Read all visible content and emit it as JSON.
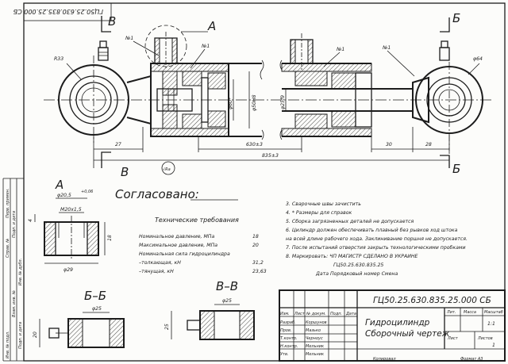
{
  "stamp_top_code": "ГЦ50.25.630.835.25.000 СБ",
  "labels": {
    "section_b_top": "Б",
    "section_b_bottom": "Б",
    "section_v_top": "В",
    "section_v_bottom": "В",
    "view_a": "А",
    "view_a_detail": "А",
    "section_bb": "Б–Б",
    "section_vv": "В–В",
    "note_marker_1": "№1",
    "note_marker_2": "№1",
    "note_marker_3": "№1",
    "note_marker_4": "№1",
    "roughness": "√Ra",
    "dim_r33": "R33",
    "dim_r64": "φ64",
    "dim_27": "27",
    "dim_630": "630±3",
    "dim_835": "835±3",
    "dim_30": "30",
    "dim_28": "28",
    "dim_d60": "φ60*",
    "dim_d50h8": "φ50H8",
    "dim_d25f9": "φ25f9",
    "dim_a_d205": "φ20,5",
    "dim_a_tol": "+0,06",
    "dim_a_m20": "M20x1,5",
    "dim_a_d29": "φ29",
    "dim_a_18": "18",
    "dim_a_4": "4",
    "dim_bb_d25": "φ25",
    "dim_bb_20": "20",
    "dim_vv_d25": "φ25",
    "dim_vv_25": "25"
  },
  "agreed": "Согласовано:",
  "tech_req_title": "Технические требования",
  "specs": [
    {
      "label": "Номинальное давление, МПа",
      "value": "18"
    },
    {
      "label": "Максимальное давление, МПа",
      "value": "20"
    },
    {
      "label": "Номинальная сила гидроцилиндра",
      "value": ""
    },
    {
      "label": "–толкающая, кН",
      "value": "31,2"
    },
    {
      "label": "–тянущая, кН",
      "value": "23,63"
    }
  ],
  "notes": [
    "3. Сварочные швы зачистить",
    "4. * Размеры для справок",
    "5. Сборка загрязненных деталей не допускается",
    "6. Цилиндр должен обеспечивать плавный без рывков ход штока",
    "на всей длине рабочего хода. Заклинивание поршня не допускается.",
    "7. После испытаний отверстия закрыть технологическими пробками",
    "8. Маркировать: ЧП МАГИСТР СДЕЛАНО В УКРАИНЕ",
    "ГЦ50.25.630.835.25",
    "Дата   Порядковый номер   Смена"
  ],
  "title_block": {
    "code": "ГЦ50.25.630.835.25.000 СБ",
    "name_line1": "Гидроцилиндр",
    "name_line2": "Сборочный чертеж",
    "col_lit": "Лит.",
    "col_mass": "Масса",
    "col_scale": "Масштаб",
    "scale_value": "1:1",
    "sheet_label": "Лист",
    "sheets_label": "Листов",
    "sheets_value": "1",
    "rows": [
      "Изм.",
      "Лист",
      "№ докум.",
      "Подп.",
      "Дата"
    ],
    "roles": [
      "Разраб.",
      "Пров.",
      "Т.контр.",
      "Н.контр.",
      "Утв."
    ],
    "names": [
      "Коршунов",
      "Мазько",
      "Черноус",
      "",
      "Мельник",
      "Мельник"
    ],
    "copied": "Копировал",
    "format": "Формат  А3"
  },
  "side_strip": [
    "Перв. примен.",
    "Справ. №",
    "Подп. и дата",
    "Инв. № дубл.",
    "Взам. инв. №",
    "Подп. и дата",
    "Инв. № подл."
  ]
}
